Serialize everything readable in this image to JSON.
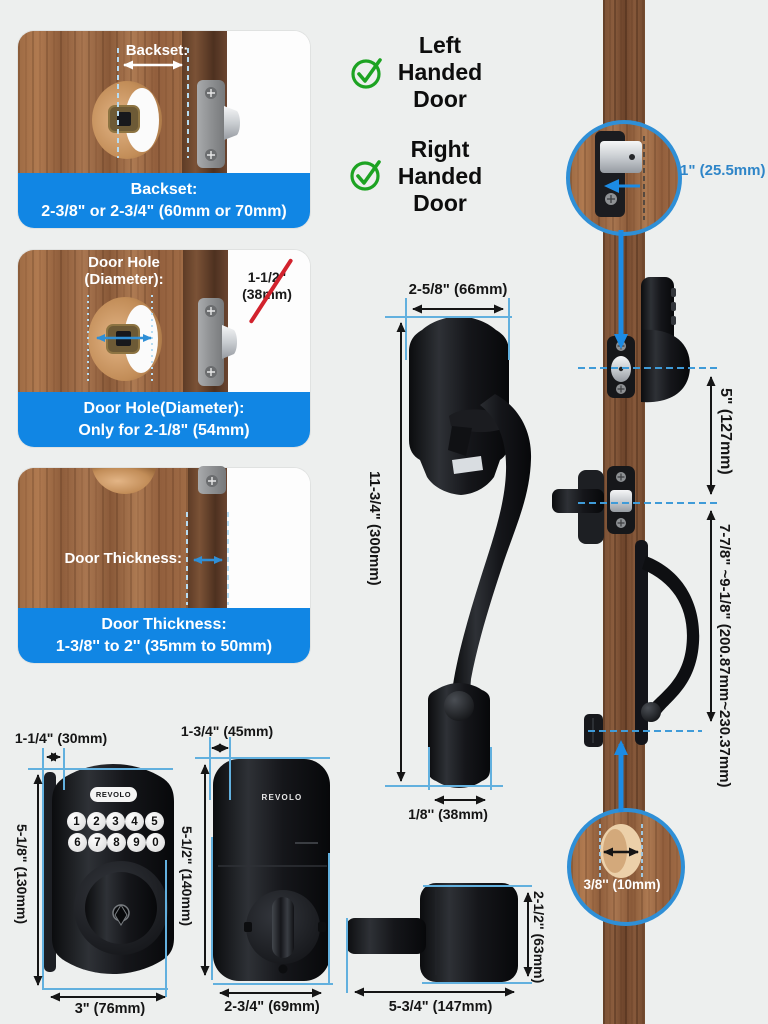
{
  "panel_backset": {
    "label": "Backset:",
    "banner1": "Backset:",
    "banner2": "2-3/8\" or 2-3/4\" (60mm or 70mm)"
  },
  "panel_door_hole": {
    "label1": "Door Hole",
    "label2": "(Diameter):",
    "crossed1": "1-1/2\"",
    "crossed2": "(38mm)",
    "banner1": "Door Hole(Diameter):",
    "banner2": "Only for 2-1/8\" (54mm)"
  },
  "panel_thickness": {
    "label": "Door Thickness:",
    "banner1": "Door Thickness:",
    "banner2": "1-3/8'' to 2'' (35mm to 50mm)"
  },
  "handedness": {
    "left1": "Left",
    "left2": "Handed",
    "left3": "Door",
    "right1": "Right",
    "right2": "Handed",
    "right3": "Door"
  },
  "handle": {
    "width": "2-5/8\" (66mm)",
    "height": "11-3/4\" (300mm)",
    "bottom_width": "1/8'' (38mm)"
  },
  "door_edge": {
    "bolt_throw": "1\" (25.5mm)",
    "hole_spacing": "5\" (127mm)",
    "handle_span": "7-7/8\" ~9-1/8\" (200.87mm~230.37mm)",
    "screw_hole": "3/8'' (10mm)"
  },
  "keypad_unit": {
    "brand": "REVOLO",
    "keys": [
      "1",
      "2",
      "3",
      "4",
      "5",
      "6",
      "7",
      "8",
      "9",
      "0"
    ],
    "depth": "1-1/4\" (30mm)",
    "height": "5-1/8\" (130mm)",
    "width": "3\" (76mm)"
  },
  "interior_unit": {
    "brand": "REVOLO",
    "depth": "1-3/4\" (45mm)",
    "height": "5-1/2\" (140mm)",
    "width": "2-3/4\" (69mm)"
  },
  "lever": {
    "length": "5-3/4\" (147mm)",
    "width": "2-1/2'' (63mm)"
  },
  "colors": {
    "banner_blue": "#1186e4",
    "dim_text_blue": "#2e85c8",
    "light_blue_line": "#62b0de",
    "arrow_blue": "#1c8be4",
    "check_green": "#1da322",
    "cross_red": "#d2222d"
  }
}
